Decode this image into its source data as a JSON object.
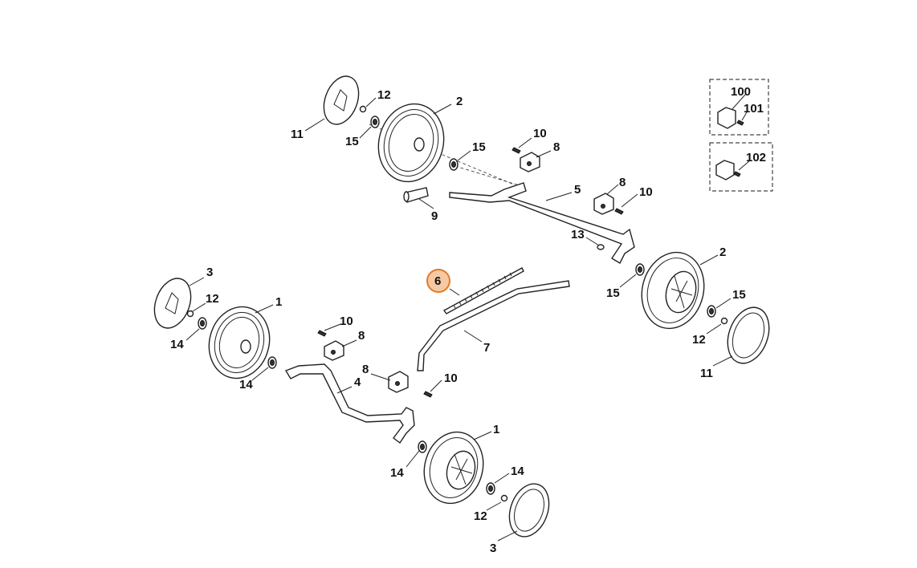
{
  "callouts": {
    "c_11a": "11",
    "c_12a": "12",
    "c_15a": "15",
    "c_2a": "2",
    "c_15b": "15",
    "c_10a": "10",
    "c_8a": "8",
    "c_9": "9",
    "c_5": "5",
    "c_8b": "8",
    "c_10b": "10",
    "c_13": "13",
    "c_2b": "2",
    "c_15c": "15",
    "c_15d": "15",
    "c_12b": "12",
    "c_11b": "11",
    "c_100": "100",
    "c_101": "101",
    "c_102": "102",
    "c_6": "6",
    "c_7": "7",
    "c_3a": "3",
    "c_12c": "12",
    "c_1a": "1",
    "c_14a": "14",
    "c_14b": "14",
    "c_10c": "10",
    "c_8c": "8",
    "c_8d": "8",
    "c_10d": "10",
    "c_4": "4",
    "c_1b": "1",
    "c_14c": "14",
    "c_14d": "14",
    "c_12d": "12",
    "c_3b": "3"
  },
  "highlight": {
    "part": "6",
    "color": "#e07b2a"
  }
}
